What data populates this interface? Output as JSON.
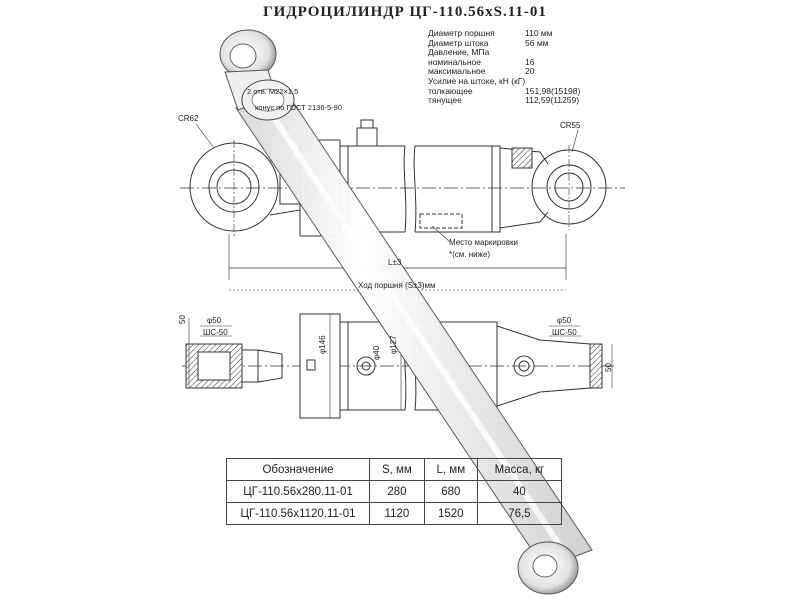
{
  "title": "ГИДРОЦИЛИНДР ЦГ-110.56хS.11-01",
  "specs": [
    {
      "label": "Диаметр поршня",
      "value": "110 мм"
    },
    {
      "label": "Диаметр штока",
      "value": "56 мм"
    },
    {
      "label": "Давление, МПа",
      "value": ""
    },
    {
      "label": "номинальное",
      "value": "16"
    },
    {
      "label": "максимальное",
      "value": "20"
    },
    {
      "label": "Усилие на штоке, кН (кГ)",
      "value": ""
    },
    {
      "label": "толкающее",
      "value": "151,98(15198)"
    },
    {
      "label": "тянущее",
      "value": "112,59(11259)"
    }
  ],
  "labels": {
    "holes": "2 отв. М22×1,5",
    "gost": "конус по ГОСТ 2136-5-90",
    "sr62": "СR62",
    "sr55": "СR55",
    "marking1": "Место маркировки",
    "marking2": "*(см. ниже)",
    "length": "L±3",
    "stroke": "Ход поршня (S±3)мм",
    "d50_left": "φ50",
    "shs50_left": "ШС-50",
    "d50_right": "φ50",
    "shs50_right": "ШС-50",
    "w50_left": "50",
    "w50_right": "50",
    "d146": "φ146",
    "d127": "φ127",
    "d40": "φ40"
  },
  "table": {
    "headers": [
      "Обозначение",
      "S, мм",
      "L, мм",
      "Масса, кг"
    ],
    "rows": [
      [
        "ЦГ-110.56х280.11-01",
        "280",
        "680",
        "40"
      ],
      [
        "ЦГ-110.56х1120.11-01",
        "1120",
        "1520",
        "76,5"
      ]
    ]
  }
}
